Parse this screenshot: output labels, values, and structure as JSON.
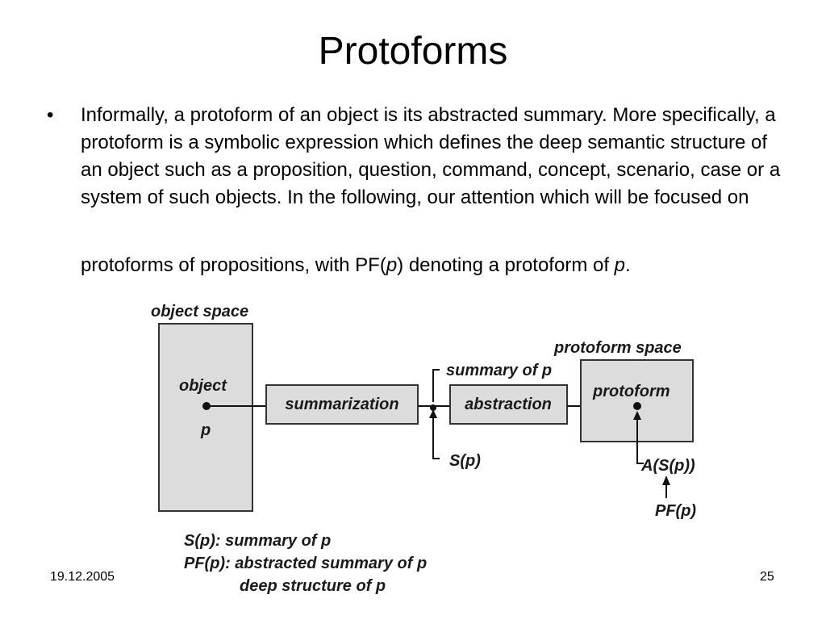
{
  "slide": {
    "title": "Protoforms",
    "bullet_char": "•",
    "paragraph": "Informally, a protoform of an object is its abstracted summary. More specifically, a protoform is a symbolic expression which defines the deep semantic structure of an object such as a proposition, question, command, concept, scenario, case or a system of such objects. In the following, our attention which will be focused on",
    "paragraph_line2": {
      "pre": "protoforms of propositions, with PF(",
      "p1": "p",
      "mid": ") denoting a protoform of ",
      "p2": "p",
      "post": "."
    },
    "footer_date": "19.12.2005",
    "page_number": "25"
  },
  "diagram": {
    "object_space_label": "object space",
    "object_label": "object",
    "object_var": "p",
    "summarization_label": "summarization",
    "summary_of_p_label": "summary of p",
    "s_p_label": "S(p)",
    "abstraction_label": "abstraction",
    "protoform_space_label": "protoform space",
    "protoform_label": "protoform",
    "a_s_p_label": "A(S(p))",
    "pf_p_label": "PF(p)",
    "legend": [
      "S(p): summary of p",
      "PF(p): abstracted summary of p",
      "deep structure of p"
    ]
  }
}
